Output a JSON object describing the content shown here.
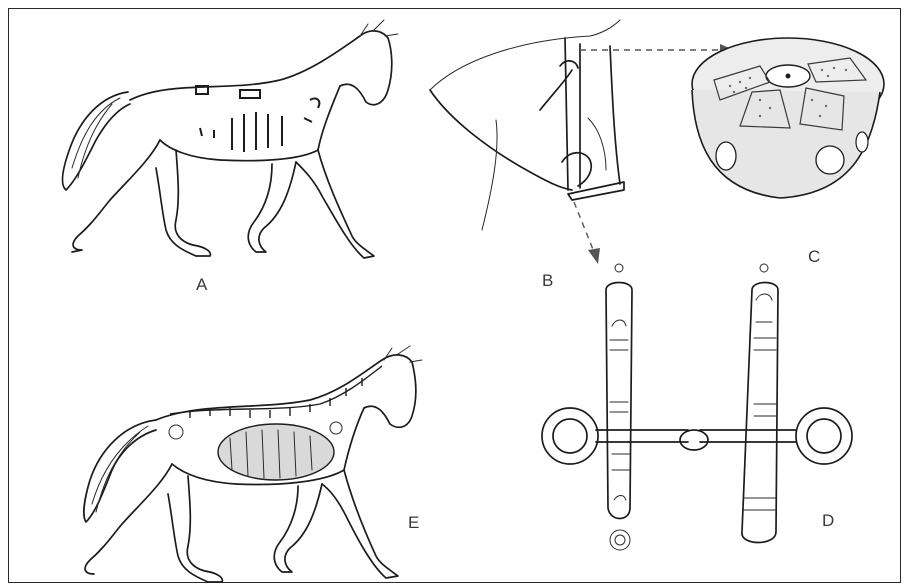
{
  "figure": {
    "labels": {
      "a": "A",
      "b": "B",
      "c": "C",
      "d": "D",
      "e": "E"
    },
    "ink_color": "#1c1c1c",
    "background": "#ffffff"
  }
}
